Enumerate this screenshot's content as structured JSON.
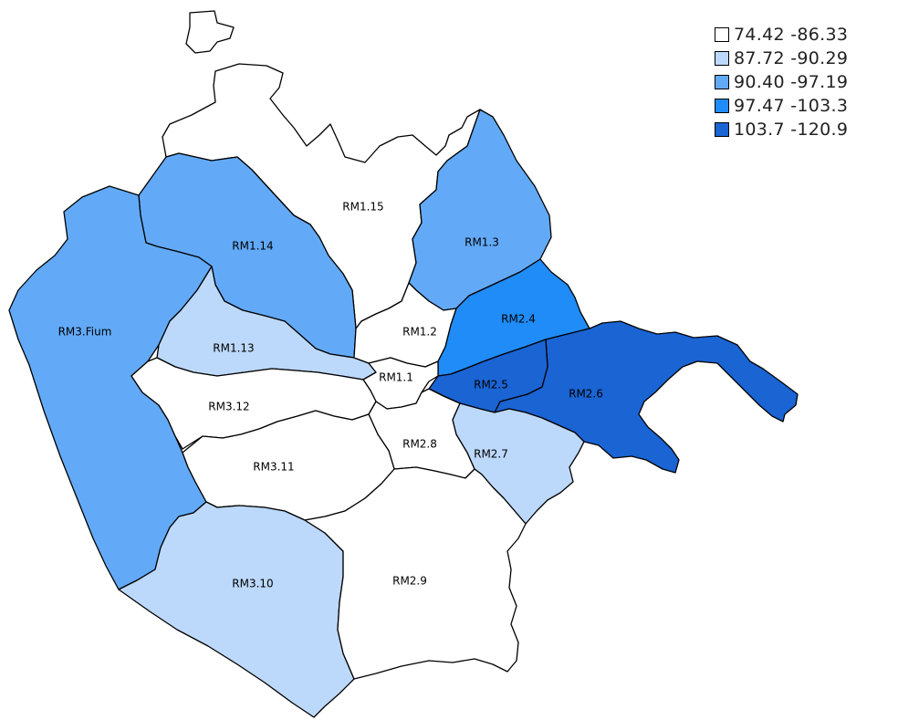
{
  "colors": {
    "class1": "#ffffff",
    "class2": "#bcd8fb",
    "class3": "#62aaf8",
    "class4": "#1f8cf7",
    "class5": "#1a64d4",
    "border": "#000000"
  },
  "legend": [
    {
      "label": "74.42 -86.33",
      "color": "#ffffff"
    },
    {
      "label": "87.72 -90.29",
      "color": "#bcd8fb"
    },
    {
      "label": "90.40 -97.19",
      "color": "#62aaf8"
    },
    {
      "label": "97.47 -103.3",
      "color": "#1f8cf7"
    },
    {
      "label": "103.7 -120.9",
      "color": "#1a64d4"
    }
  ],
  "districts": [
    {
      "label": "RM1.15",
      "class": 1
    },
    {
      "label": "RM1.3",
      "class": 3
    },
    {
      "label": "RM1.14",
      "class": 3
    },
    {
      "label": "RM3.Fium",
      "class": 3
    },
    {
      "label": "RM1.13",
      "class": 2
    },
    {
      "label": "RM1.2",
      "class": 1
    },
    {
      "label": "RM2.4",
      "class": 4
    },
    {
      "label": "RM1.1",
      "class": 1
    },
    {
      "label": "RM2.5",
      "class": 5
    },
    {
      "label": "RM2.6",
      "class": 5
    },
    {
      "label": "RM3.12",
      "class": 1
    },
    {
      "label": "RM2.8",
      "class": 1
    },
    {
      "label": "RM2.7",
      "class": 2
    },
    {
      "label": "RM3.11",
      "class": 1
    },
    {
      "label": "RM3.10",
      "class": 2
    },
    {
      "label": "RM2.9",
      "class": 1
    }
  ]
}
